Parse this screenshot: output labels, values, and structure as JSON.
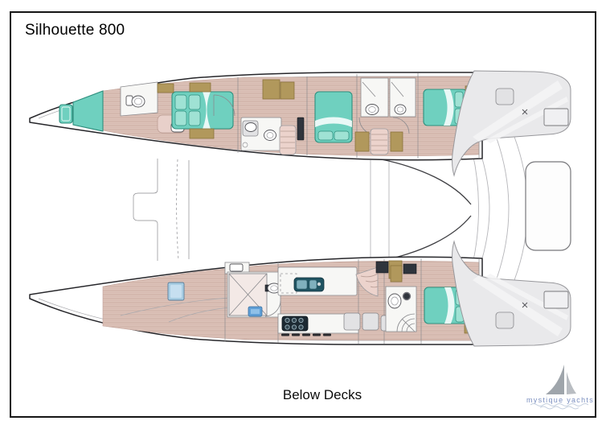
{
  "page": {
    "title": "Silhouette 800",
    "caption": "Below Decks"
  },
  "logo": {
    "text": "mystique yachts"
  },
  "theme": {
    "teal": "#6FD0BF",
    "tealDark": "#2F8F7E",
    "tealLight": "#9FE2D4",
    "wood": "#DCC2B8",
    "woodLine": "#C7A89E",
    "tan": "#B1985C",
    "tanDark": "#8A743C",
    "deck": "#E9E9EB",
    "deckLine": "#97979B",
    "hullLine": "#26262A",
    "blueHatch": "#A8CDE3",
    "matBlue": "#5F9FD6",
    "sinkNavy": "#205462",
    "stoveDark": "#1D2A33",
    "pink": "#E8D0CA",
    "logoBlue": "#7B8FC0",
    "logoGray": "#9FA5AB"
  }
}
